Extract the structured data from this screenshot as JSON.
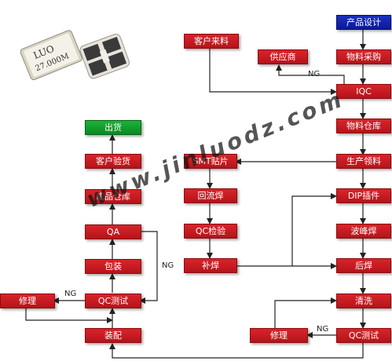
{
  "nodes": {
    "product_design": "产品设计",
    "material_purchase": "物料采购",
    "customer_material": "客户来料",
    "supplier": "供应商",
    "iqc": "IQC",
    "material_warehouse": "物料仓库",
    "smt": "SMT贴片",
    "production_picking": "生产领料",
    "reflow": "回流焊",
    "qc_inspect_1": "QC检验",
    "repair_weld": "补焊",
    "dip": "DIP插件",
    "wave_solder": "波峰焊",
    "post_solder": "后焊",
    "clean": "清洗",
    "qc_test_right": "QC测试",
    "rework_right": "修理",
    "assembly": "装配",
    "qc_test_left": "QC测试",
    "rework_left": "修理",
    "packing": "包装",
    "qa": "QA",
    "finished_warehouse": "成品仓库",
    "customer_inspection": "客户验货",
    "shipment": "出货"
  },
  "labels": {
    "ng_iqc": "NG",
    "ng_qa": "NG",
    "ng_qc_left": "NG",
    "ng_qc_right": "NG"
  },
  "watermark": "www.jinluodz.com",
  "product_image": {
    "marking_line1": "LUO",
    "marking_line2": "27.000M"
  },
  "colors": {
    "process": "#c41a20",
    "start": "#0a1a9a",
    "end": "#0a8a24",
    "arrow": "#222222"
  }
}
